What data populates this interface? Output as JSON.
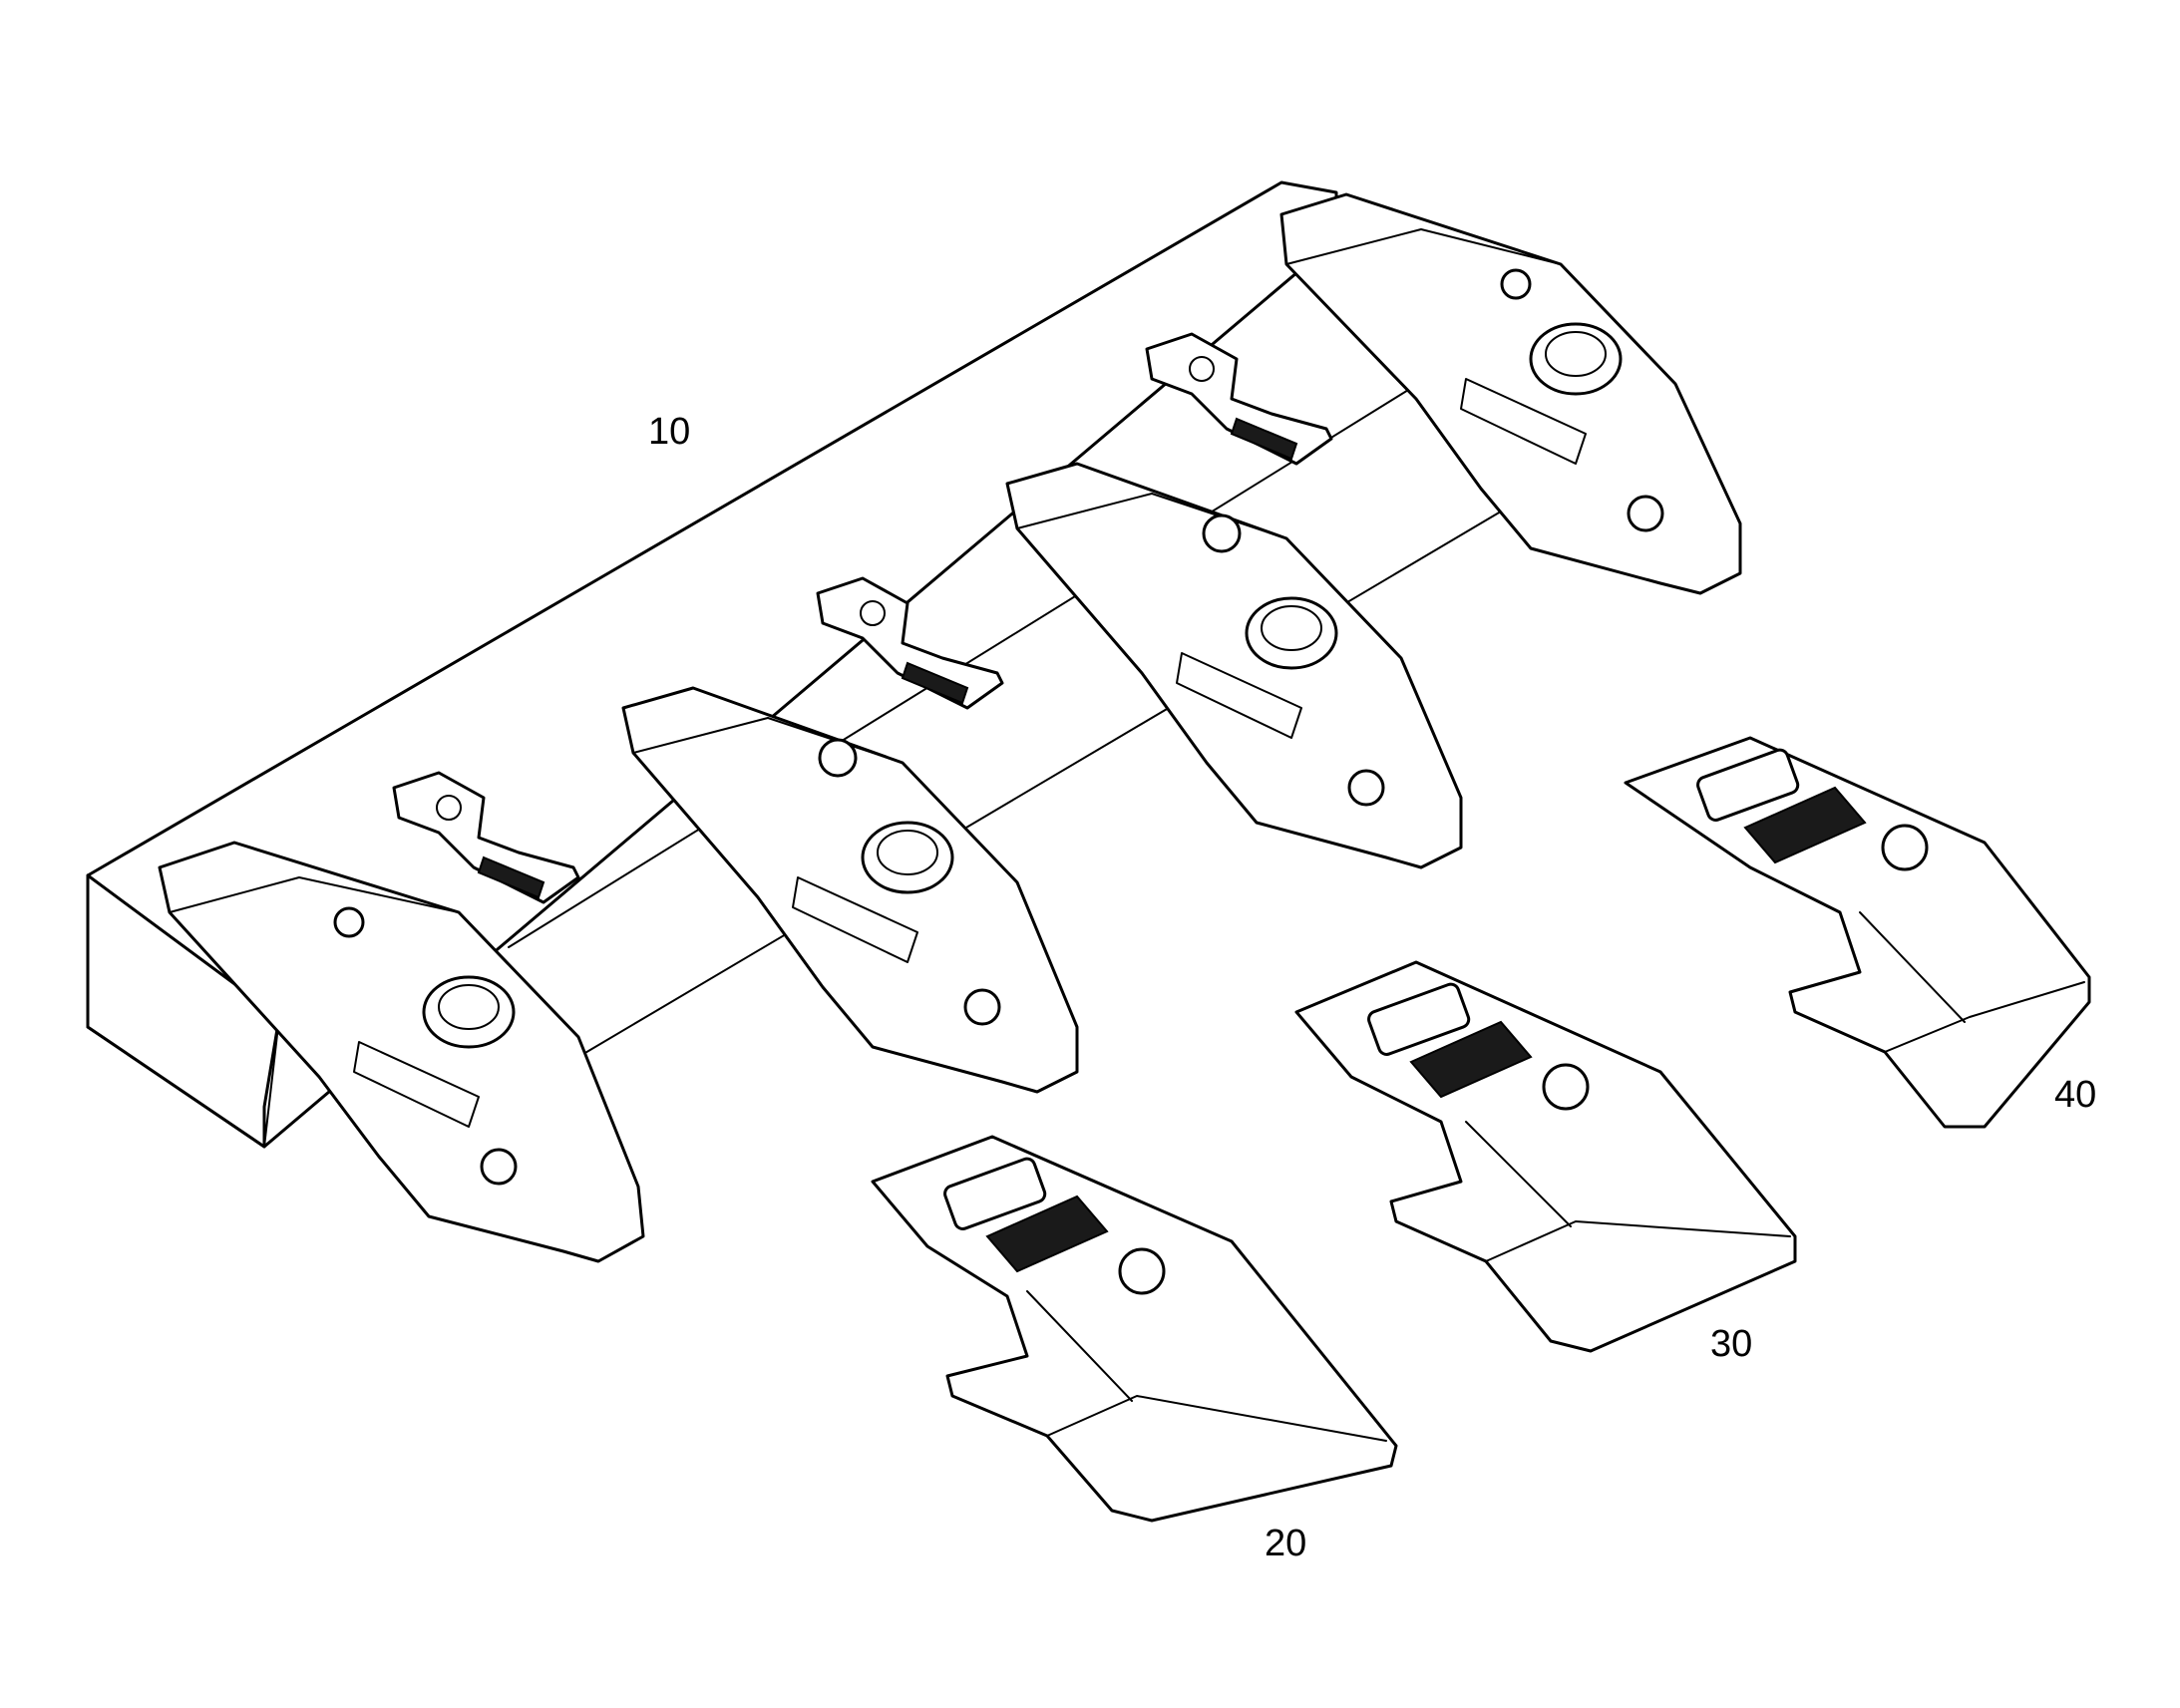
{
  "figure": {
    "reference_numerals": {
      "blade": "10",
      "tip_a": "20",
      "tip_b": "30",
      "tip_c": "40"
    },
    "colors": {
      "ink": "#000000",
      "background": "#ffffff"
    }
  }
}
